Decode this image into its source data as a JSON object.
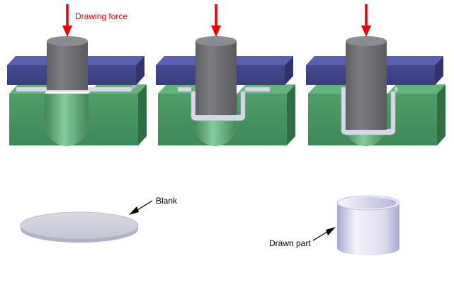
{
  "labels": {
    "drawing_force": "Drawing force",
    "blank": "Blank",
    "drawn_part": "Drawn part"
  },
  "colors": {
    "force_arrow": "#e8000b",
    "label_text": "#000000",
    "force_text": "#e8000b",
    "punch": "#6e6f73",
    "holder": "#4c4f9a",
    "die": "#4a9a63",
    "sheet": "#d7d8e6"
  },
  "stages": [
    {
      "name": "stage-1-start",
      "draw_depth": 0.0
    },
    {
      "name": "stage-2-partial",
      "draw_depth": 0.5
    },
    {
      "name": "stage-3-full",
      "draw_depth": 1.0
    }
  ]
}
